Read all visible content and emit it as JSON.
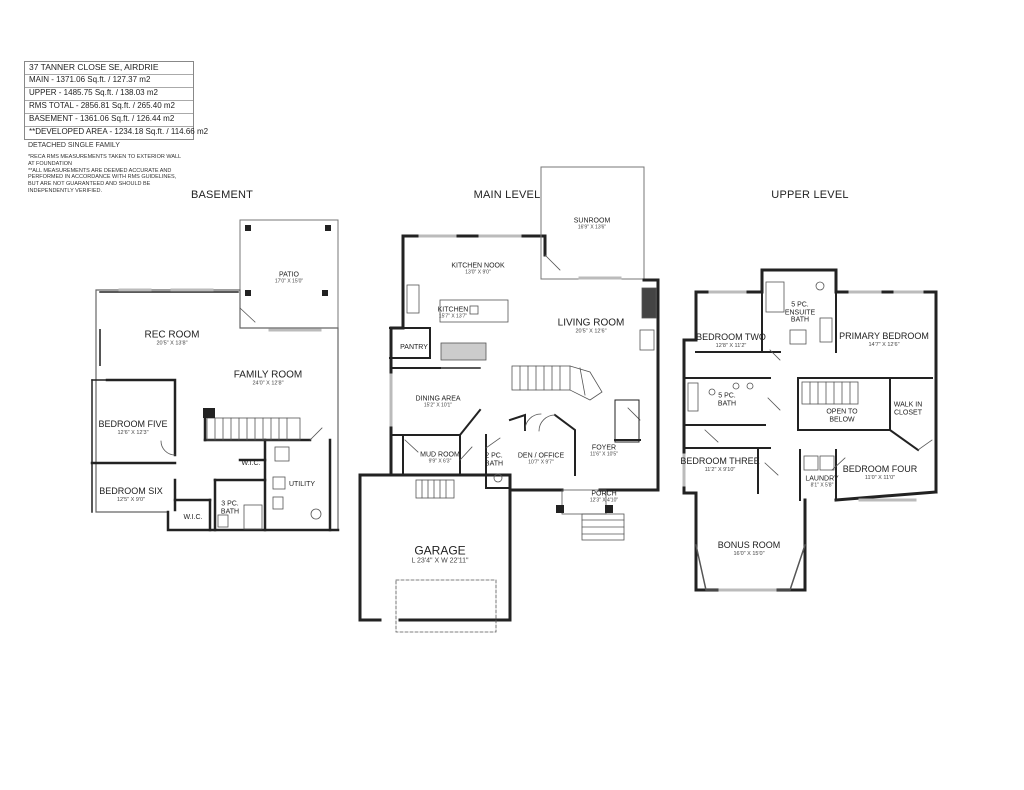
{
  "info": {
    "address": "37 TANNER CLOSE SE, AIRDRIE",
    "main": "MAIN - 1371.06 Sq.ft. / 127.37 m2",
    "upper": "UPPER - 1485.75 Sq.ft. / 138.03 m2",
    "rms_total": "RMS TOTAL - 2856.81 Sq.ft. / 265.40 m2",
    "basement": "BASEMENT - 1361.06 Sq.ft. / 126.44 m2",
    "developed": "**DEVELOPED AREA - 1234.18 Sq.ft. / 114.66 m2"
  },
  "notes": {
    "type": "DETACHED SINGLE FAMILY",
    "line1": "*RECA RMS MEASUREMENTS TAKEN TO EXTERIOR WALL",
    "line2": "AT FOUNDATION",
    "line3": "**ALL MEASUREMENTS ARE DEEMED ACCURATE AND",
    "line4": "PERFORMED IN ACCORDANCE WITH RMS GUIDELINES,",
    "line5": "BUT ARE NOT GUARANTEED AND SHOULD BE",
    "line6": "INDEPENDENTLY VERIFIED."
  },
  "levels": {
    "basement": "BASEMENT",
    "main": "MAIN LEVEL",
    "upper": "UPPER LEVEL"
  },
  "basement_rooms": {
    "patio": {
      "name": "PATIO",
      "dims": "17'0\" X 15'0\""
    },
    "rec": {
      "name": "REC ROOM",
      "dims": "20'5\" X 13'8\""
    },
    "family": {
      "name": "FAMILY ROOM",
      "dims": "24'0\" X 12'8\""
    },
    "bed5": {
      "name": "BEDROOM FIVE",
      "dims": "12'6\" X 12'3\""
    },
    "bed6": {
      "name": "BEDROOM SIX",
      "dims": "12'5\" X 9'0\""
    },
    "wic1": {
      "name": "W.I.C.",
      "dims": ""
    },
    "wic2": {
      "name": "W.I.C.",
      "dims": ""
    },
    "bath3": {
      "name": "3 PC. BATH",
      "dims": ""
    },
    "utility": {
      "name": "UTILITY",
      "dims": ""
    }
  },
  "main_rooms": {
    "sunroom": {
      "name": "SUNROOM",
      "dims": "16'9\" X 13'6\""
    },
    "nook": {
      "name": "KITCHEN NOOK",
      "dims": "13'0\" X 9'0\""
    },
    "kitchen": {
      "name": "KITCHEN",
      "dims": "15'7\" X 13'7\""
    },
    "living": {
      "name": "LIVING ROOM",
      "dims": "20'5\" X 12'6\""
    },
    "pantry": {
      "name": "PANTRY",
      "dims": ""
    },
    "dining": {
      "name": "DINING AREA",
      "dims": "15'2\" X 10'1\""
    },
    "mud": {
      "name": "MUD ROOM",
      "dims": "9'9\" X 6'3\""
    },
    "bath2": {
      "name": "2 PC. BATH",
      "dims": ""
    },
    "den": {
      "name": "DEN / OFFICE",
      "dims": "10'7\" X 9'7\""
    },
    "foyer": {
      "name": "FOYER",
      "dims": "11'6\" X 10'5\""
    },
    "porch": {
      "name": "PORCH",
      "dims": "12'3\" X 4'10\""
    },
    "garage": {
      "name": "GARAGE",
      "dims": "L 23'4\" X W 22'11\""
    }
  },
  "upper_rooms": {
    "ensuite": {
      "name": "5 PC. ENSUITE BATH",
      "dims": ""
    },
    "bed2": {
      "name": "BEDROOM TWO",
      "dims": "12'8\" X 11'2\""
    },
    "primary": {
      "name": "PRIMARY BEDROOM",
      "dims": "14'7\" X 12'6\""
    },
    "bath5": {
      "name": "5 PC. BATH",
      "dims": ""
    },
    "open": {
      "name": "OPEN TO BELOW",
      "dims": ""
    },
    "walkin": {
      "name": "WALK IN CLOSET",
      "dims": ""
    },
    "bed3": {
      "name": "BEDROOM THREE",
      "dims": "11'2\" X 9'10\""
    },
    "laundry": {
      "name": "LAUNDRY",
      "dims": "8'1\" X 5'8\""
    },
    "bed4": {
      "name": "BEDROOM FOUR",
      "dims": "11'0\" X 11'0\""
    },
    "bonus": {
      "name": "BONUS ROOM",
      "dims": "16'0\" X 15'0\""
    }
  }
}
